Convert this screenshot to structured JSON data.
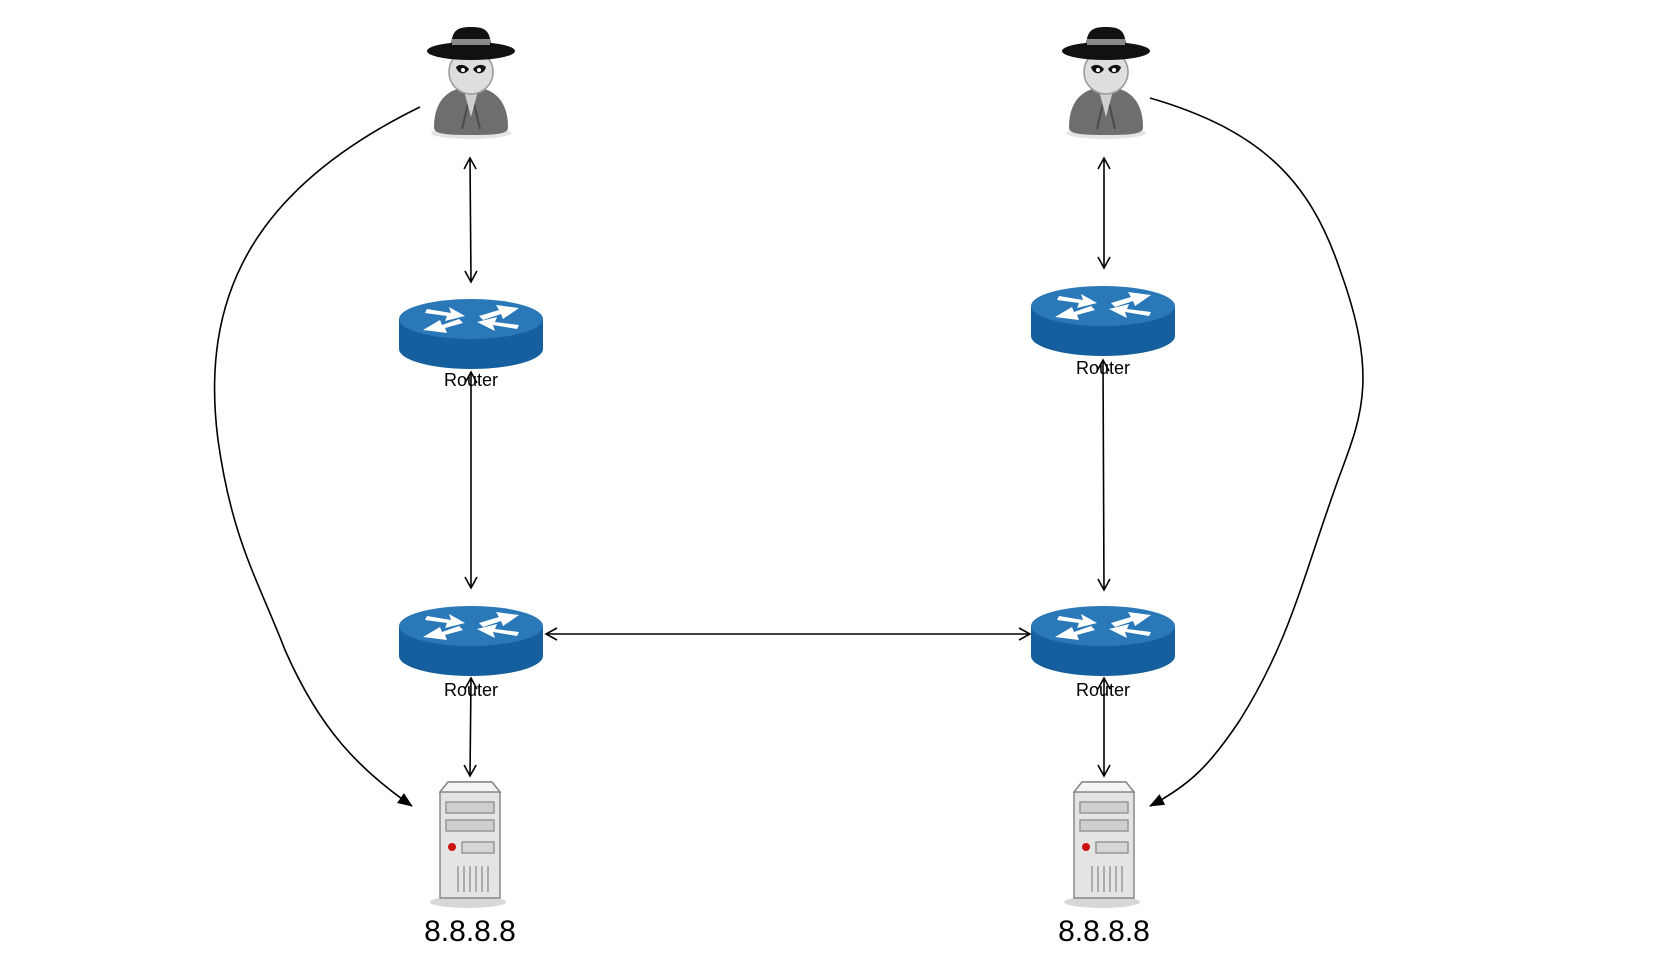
{
  "diagram": {
    "colors": {
      "router_top": "#2b78b8",
      "router_side": "#155f9e",
      "router_arrows": "#ffffff",
      "spy_coat": "#6e6e6e",
      "spy_hat": "#111111",
      "server_body": "#e4e4e4",
      "server_led": "#cc1111",
      "edge": "#000000"
    },
    "nodes": {
      "spy_left": {
        "icon": "spy-icon"
      },
      "spy_right": {
        "icon": "spy-icon"
      },
      "router_left_top": {
        "icon": "router-icon",
        "label": "Router"
      },
      "router_right_top": {
        "icon": "router-icon",
        "label": "Router"
      },
      "router_left_bottom": {
        "icon": "router-icon",
        "label": "Router"
      },
      "router_right_bottom": {
        "icon": "router-icon",
        "label": "Router"
      },
      "server_left": {
        "icon": "server-icon",
        "label": "8.8.8.8"
      },
      "server_right": {
        "icon": "server-icon",
        "label": "8.8.8.8"
      }
    }
  }
}
